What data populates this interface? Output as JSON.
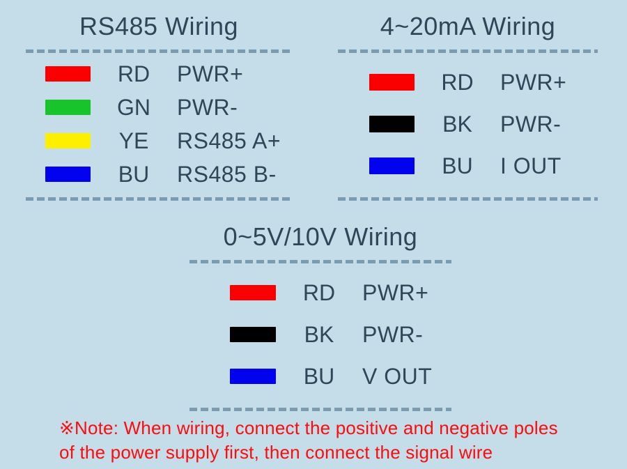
{
  "colors": {
    "background": "#c5dce9",
    "heading_text": "#2e4758",
    "dashed_line": "#7b9bb1",
    "note_text": "#fb0d0d"
  },
  "sections": [
    {
      "title": "RS485 Wiring",
      "rows": [
        {
          "color": "#fa0000",
          "color_name": "red",
          "code": "RD",
          "signal": "PWR+"
        },
        {
          "color": "#17c52a",
          "color_name": "green",
          "code": "GN",
          "signal": "PWR-"
        },
        {
          "color": "#feee00",
          "color_name": "yellow",
          "code": "YE",
          "signal": "RS485 A+"
        },
        {
          "color": "#0202ee",
          "color_name": "blue",
          "code": "BU",
          "signal": "RS485 B-"
        }
      ]
    },
    {
      "title": "4~20mA Wiring",
      "rows": [
        {
          "color": "#fa0000",
          "color_name": "red",
          "code": "RD",
          "signal": "PWR+"
        },
        {
          "color": "#000000",
          "color_name": "black",
          "code": "BK",
          "signal": "PWR-"
        },
        {
          "color": "#0202ee",
          "color_name": "blue",
          "code": "BU",
          "signal": "I OUT"
        }
      ]
    },
    {
      "title": "0~5V/10V Wiring",
      "rows": [
        {
          "color": "#fa0000",
          "color_name": "red",
          "code": "RD",
          "signal": "PWR+"
        },
        {
          "color": "#000000",
          "color_name": "black",
          "code": "BK",
          "signal": "PWR-"
        },
        {
          "color": "#0202ee",
          "color_name": "blue",
          "code": "BU",
          "signal": "V OUT"
        }
      ]
    }
  ],
  "note": {
    "line1": "※Note: When wiring, connect the positive and negative poles",
    "line2": "of the power supply first, then connect the signal wire"
  }
}
